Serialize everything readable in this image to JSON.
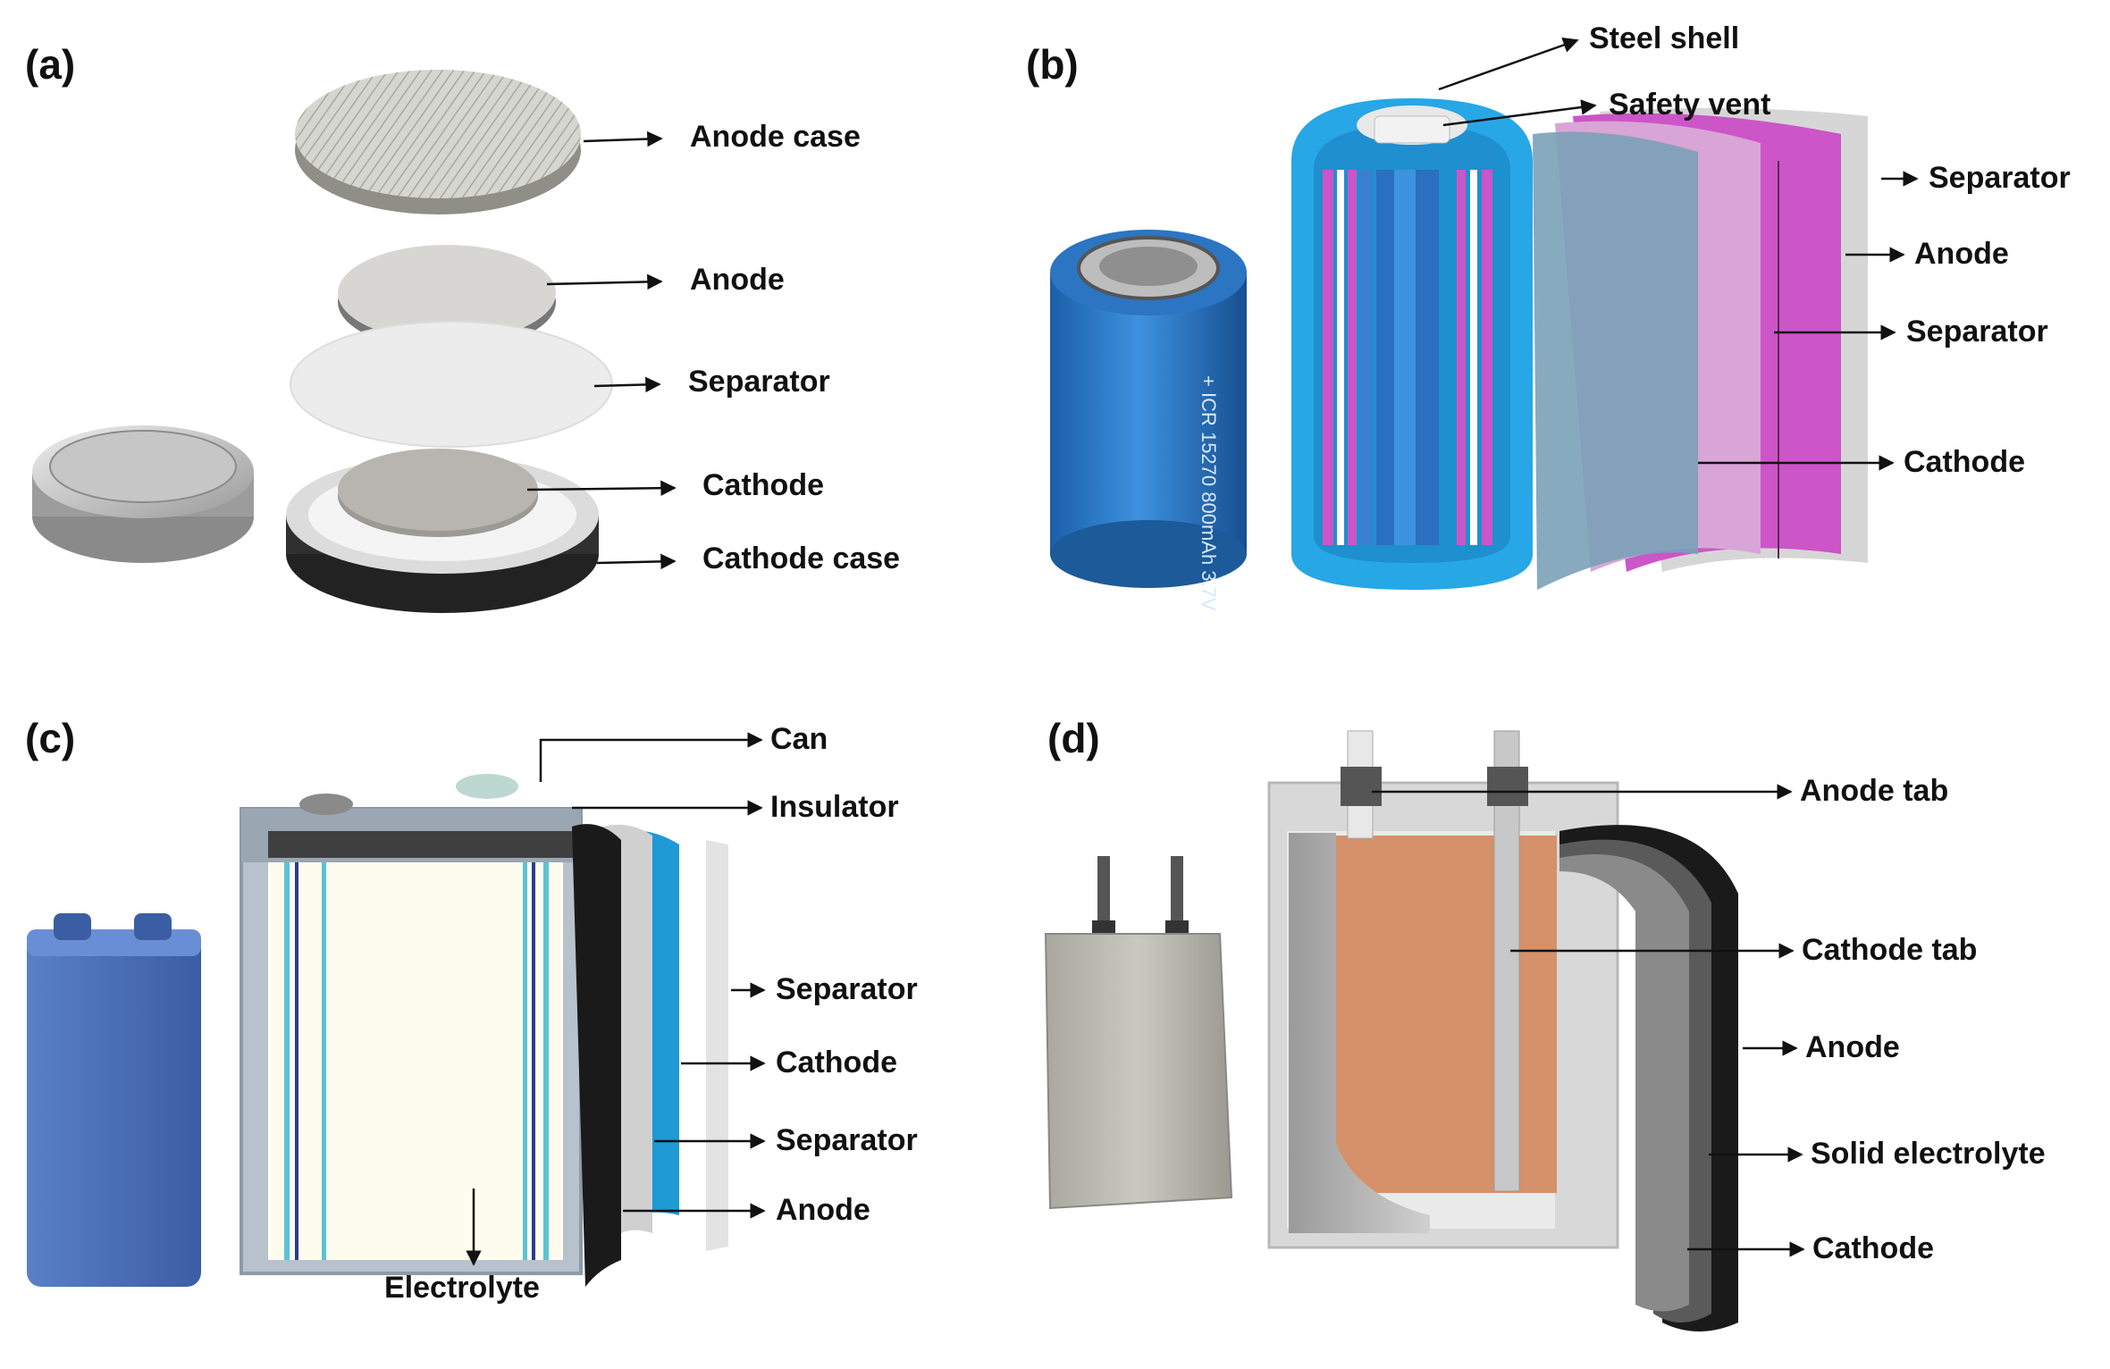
{
  "figure": {
    "panels": [
      {
        "id": "a",
        "label": "(a)",
        "callouts": [
          "Anode case",
          "Anode",
          "Separator",
          "Cathode",
          "Cathode case"
        ]
      },
      {
        "id": "b",
        "label": "(b)",
        "callouts": [
          "Steel shell",
          "Safety vent",
          "Separator",
          "Anode",
          "Separator",
          "Cathode"
        ],
        "cell_marking": "+ ICR 15270 800mAh 3.7V"
      },
      {
        "id": "c",
        "label": "(c)",
        "callouts": [
          "Can",
          "Insulator",
          "Separator",
          "Cathode",
          "Separator",
          "Anode",
          "Electrolyte"
        ]
      },
      {
        "id": "d",
        "label": "(d)",
        "callouts": [
          "Anode tab",
          "Cathode tab",
          "Anode",
          "Solid electrolyte",
          "Cathode"
        ]
      }
    ]
  },
  "colors": {
    "text": "#111111",
    "coin_silver": "#b9b9b9",
    "cyl_blue": "#2f7fd0",
    "layer_magenta": "#cc55c8",
    "prism_blue": "#4a6eb8",
    "pouch_copper": "#d4916a",
    "electrode_black": "#1a1a1a"
  }
}
